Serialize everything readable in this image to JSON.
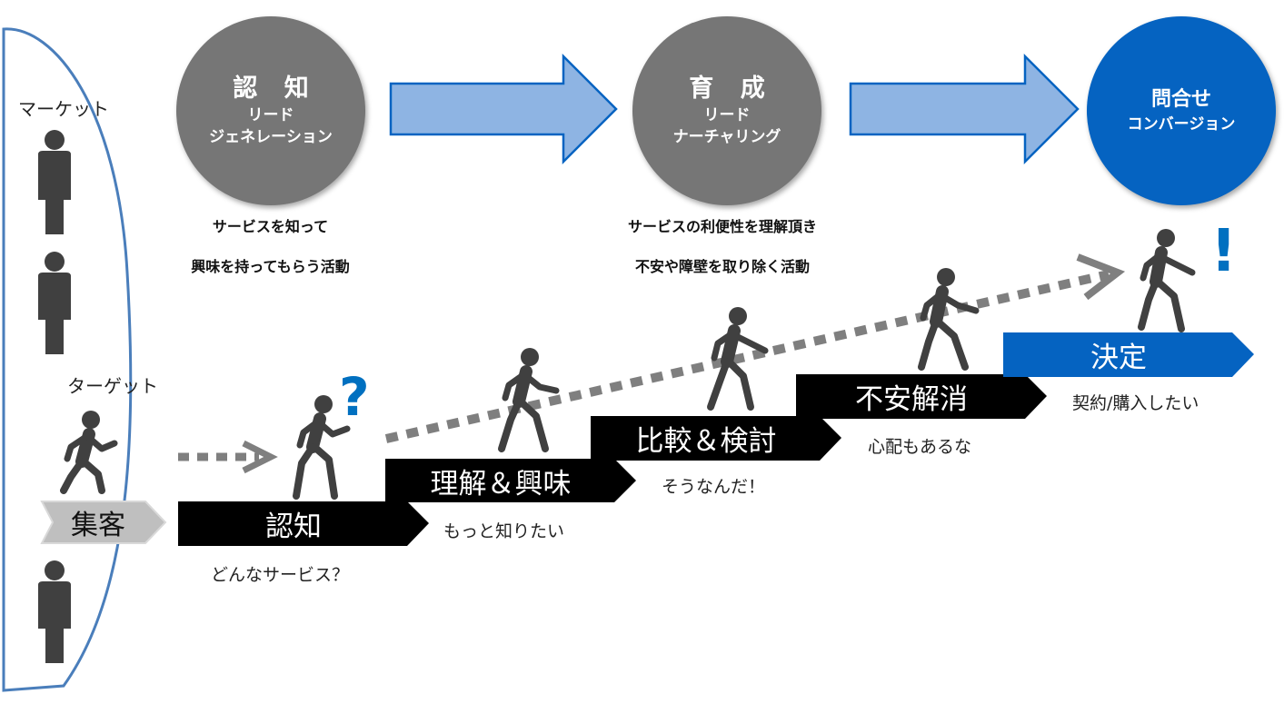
{
  "sidebar": {
    "market_label": "マーケット",
    "target_label": "ターゲット"
  },
  "phases": [
    {
      "title": "認 知",
      "line1": "リード",
      "line2": "ジェネレーション",
      "desc1": "サービスを知って",
      "desc2": "興味を持ってもらう活動"
    },
    {
      "title": "育 成",
      "line1": "リード",
      "line2": "ナーチャリング",
      "desc1": "サービスの利便性を理解頂き",
      "desc2": "不安や障壁を取り除く活動"
    },
    {
      "title": "問合せ",
      "line1": "コンバージョン"
    }
  ],
  "collect_label": "集客",
  "stages": [
    {
      "label": "認知",
      "voice": "どんなサービス？"
    },
    {
      "label": "理解＆興味",
      "voice": "もっと知りたい"
    },
    {
      "label": "比較＆検討",
      "voice": "そうなんだ！"
    },
    {
      "label": "不安解消",
      "voice": "心配もあるな"
    },
    {
      "label": "決定",
      "voice": "契約/購入したい"
    }
  ],
  "question_mark": "?",
  "exclamation_mark": "!",
  "colors": {
    "phase_gray": "#767676",
    "conversion_blue": "#0563c1",
    "arrow_fill": "#8eb4e3",
    "arrow_stroke": "#0563c1",
    "stage_black": "#000000",
    "decision_blue": "#0563c1",
    "person_gray": "#404040",
    "dotted_gray": "#7f7f7f",
    "frame_blue": "#4a7ebb"
  },
  "icons": [
    "person-standing-icon",
    "person-walking-icon",
    "flow-arrow-icon"
  ]
}
